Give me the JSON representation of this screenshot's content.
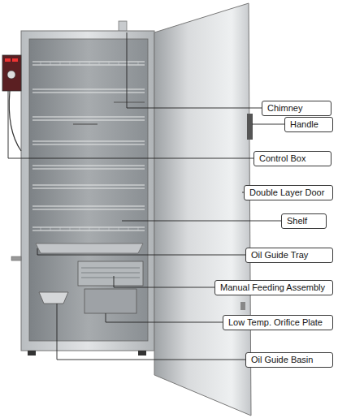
{
  "diagram": {
    "nodes": [
      {
        "text": [
          "Chimney"
        ]
      },
      {
        "text": [
          "Handle"
        ]
      },
      {
        "text": [
          "Control Box"
        ]
      },
      {
        "text": [
          "Double Layer Door"
        ]
      },
      {
        "text": [
          "Shelf"
        ]
      },
      {
        "text": [
          "Oil Guide Tray"
        ]
      },
      {
        "text": [
          "Manual Feeding Assembly"
        ]
      },
      {
        "text": [
          "Low Temp. Orifice Plate"
        ]
      },
      {
        "text": [
          "Oil Guide Basin"
        ]
      }
    ]
  }
}
